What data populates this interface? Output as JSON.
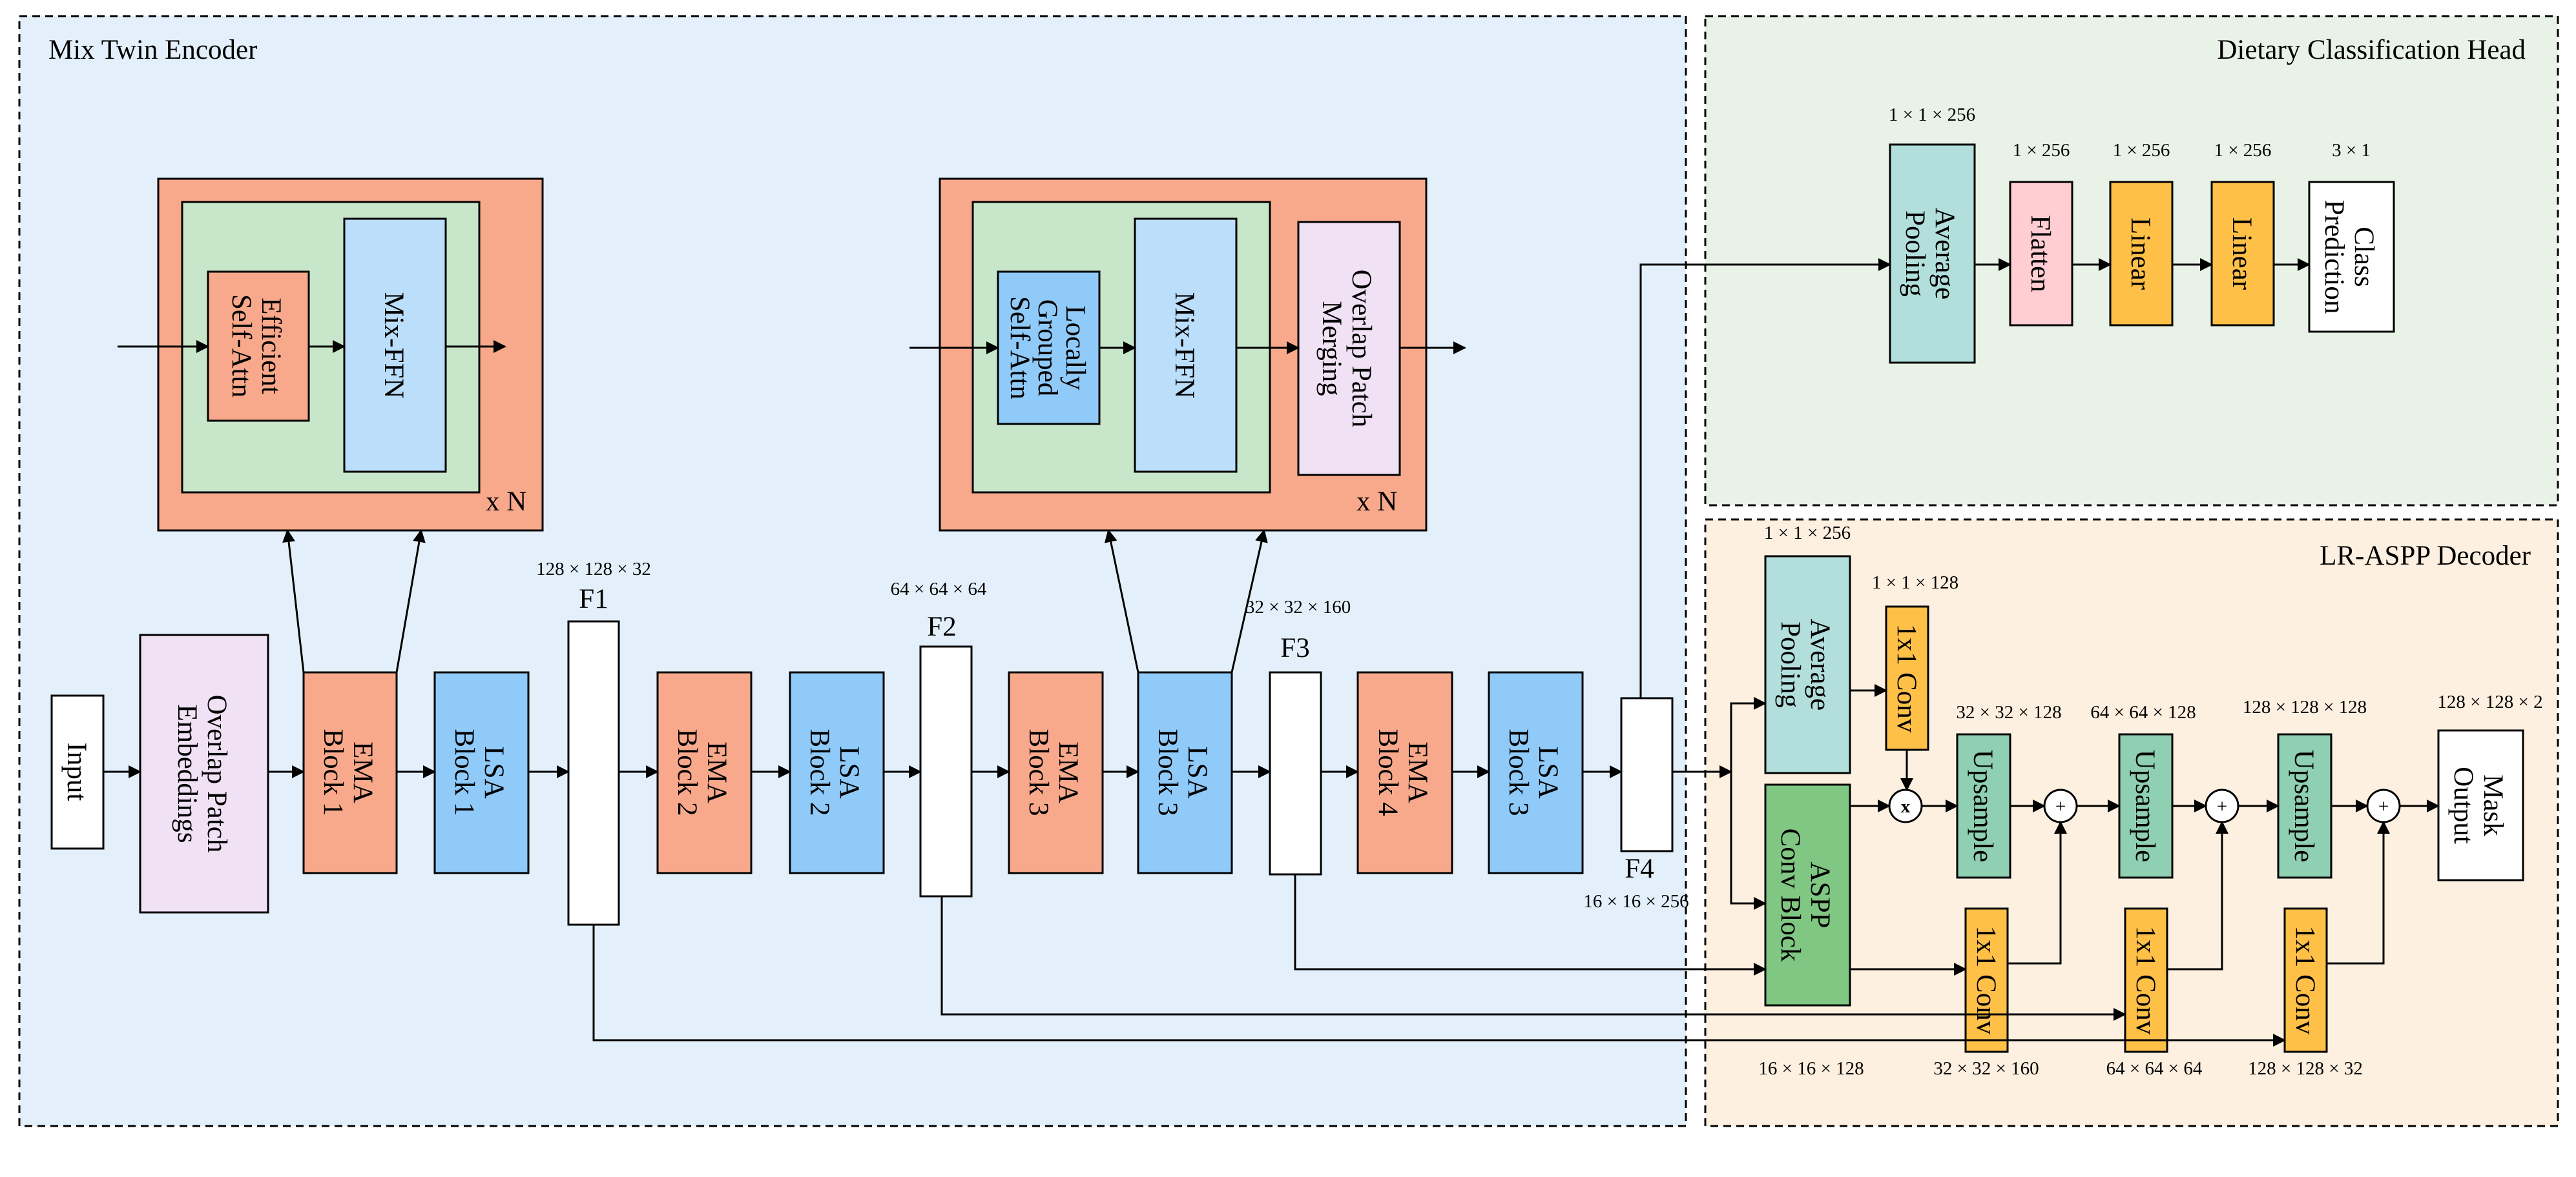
{
  "panels": {
    "encoder": {
      "title": "Mix Twin Encoder",
      "bg": "#e3f0fb"
    },
    "head": {
      "title": "Dietary Classification Head",
      "bg": "#e8f2e6"
    },
    "decoder": {
      "title": "LR-ASPP Decoder",
      "bg": "#fdf0e0"
    }
  },
  "colors": {
    "salmon": "#f8a98c",
    "green": "#c8e6c9",
    "blue": "#90caf9",
    "lightblue": "#bbdefb",
    "lavender": "#f0e1f4",
    "teal": "#b2dfdb",
    "pink": "#ffcdd2",
    "orange": "#ffc048",
    "aspp": "#80c783",
    "upsample": "#8fcfb2"
  },
  "encoder": {
    "input": "Input",
    "overlap_patch_embeddings": [
      "Overlap Patch",
      "Embeddings"
    ],
    "ema1": [
      "EMA",
      "Block 1"
    ],
    "lsa1": [
      "LSA",
      "Block 1"
    ],
    "ema2": [
      "EMA",
      "Block 2"
    ],
    "lsa2": [
      "LSA",
      "Block 2"
    ],
    "ema3": [
      "EMA",
      "Block 3"
    ],
    "lsa3": [
      "LSA",
      "Block 3"
    ],
    "ema4": [
      "EMA",
      "Block 4"
    ],
    "lsa4": [
      "LSA",
      "Block 3"
    ],
    "features": [
      {
        "name": "F1",
        "dim": "128 × 128 × 32"
      },
      {
        "name": "F2",
        "dim": "64 × 64 × 64"
      },
      {
        "name": "F3",
        "dim": "32 × 32 × 160"
      },
      {
        "name": "F4",
        "dim": "16 × 16 × 256"
      }
    ],
    "inset1": {
      "efficient_self_attn": [
        "Efficient",
        "Self-Attn"
      ],
      "mix_ffn": "Mix-FFN",
      "repeat": "x N"
    },
    "inset2": {
      "locally_grouped_self_attn": [
        "Locally",
        "Grouped",
        "Self-Attn"
      ],
      "mix_ffn": "Mix-FFN",
      "overlap_patch_merging": [
        "Overlap Patch",
        "Merging"
      ],
      "repeat": "x N"
    }
  },
  "head": {
    "average_pooling": [
      "Average",
      "Pooling"
    ],
    "flatten": "Flatten",
    "linear1": "Linear",
    "linear2": "Linear",
    "class_prediction": [
      "Class",
      "Prediction"
    ],
    "dims": [
      "1 × 1 × 256",
      "1 × 256",
      "1 × 256",
      "1 × 256",
      "3 × 1"
    ]
  },
  "decoder": {
    "average_pooling": [
      "Average",
      "Pooling"
    ],
    "conv_top": "1x1 Conv",
    "aspp": [
      "ASPP",
      "Conv Block"
    ],
    "upsample": "Upsample",
    "conv": "1x1 Conv",
    "mask_output": [
      "Mask",
      "Output"
    ],
    "mult": "x",
    "plus": "+",
    "dims_top": [
      "1 × 1 × 256",
      "1 × 1 × 128",
      "32 × 32 × 128",
      "64 × 64 × 128",
      "128 × 128 × 128",
      "128 × 128 × 2"
    ],
    "dims_bottom": [
      "16 × 16 × 128",
      "32 × 32 × 160",
      "64 × 64 × 64",
      "128 × 128 × 32"
    ]
  }
}
